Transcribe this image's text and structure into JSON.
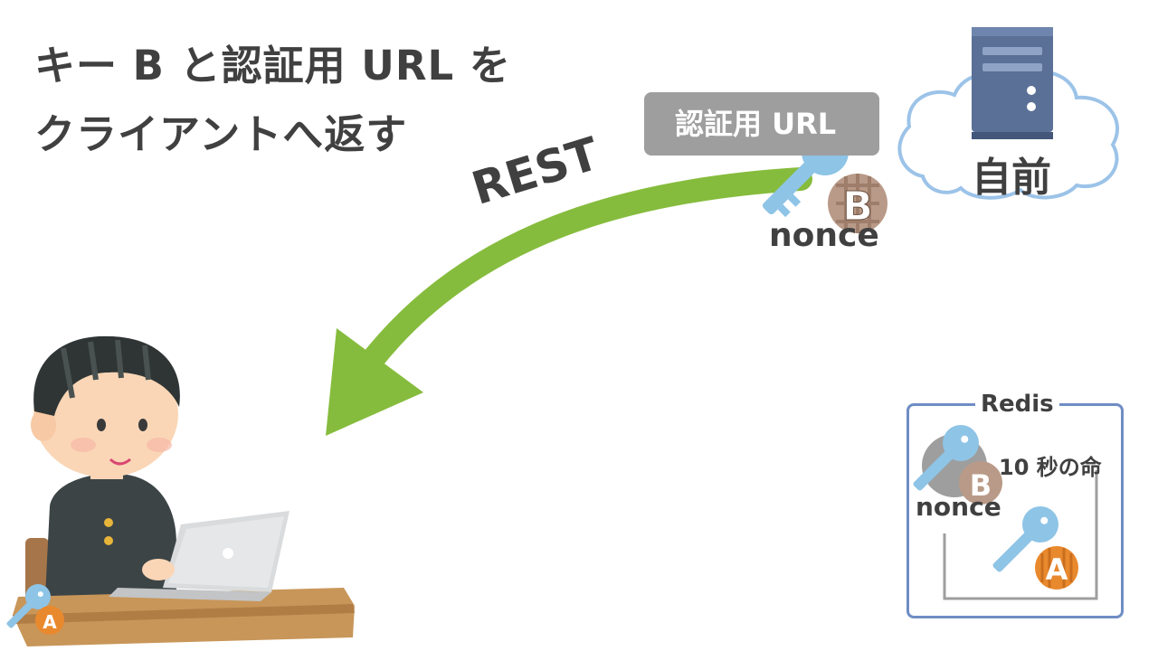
{
  "title": {
    "line1": "キー B と認証用 URL を",
    "line2": "クライアントへ返す"
  },
  "auth_url_label": "認証用 URL",
  "arrow_label": "REST",
  "server_cloud_label": "自前",
  "nonce_label": "nonce",
  "key_b_letter": "B",
  "key_a_letter": "A",
  "redis": {
    "title": "Redis",
    "ttl_label": "10 秒の命",
    "nonce_label": "nonce"
  },
  "colors": {
    "arrow": "#86bc3d",
    "key": "#8ec4e6",
    "redis_border": "#6f8dc4",
    "cloud_border": "#9cc3e8",
    "server": "#5a7096"
  }
}
